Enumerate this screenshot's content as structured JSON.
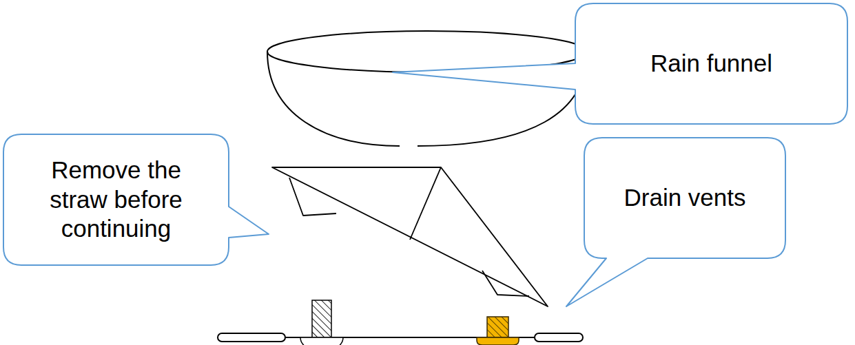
{
  "diagram": {
    "nodes": [
      {
        "text": [
          "Rain funnel"
        ]
      },
      {
        "text": [
          "Remove the straw before continuing"
        ]
      },
      {
        "text": [
          "Drain vents"
        ]
      }
    ]
  }
}
